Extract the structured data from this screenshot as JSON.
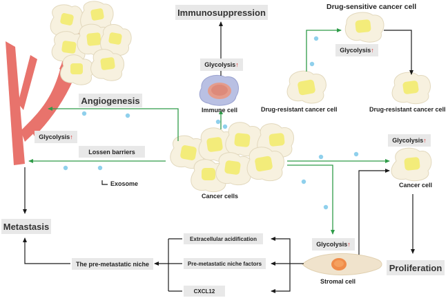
{
  "labels": {
    "immunosuppression": "Immunosuppression",
    "angiogenesis": "Angiogenesis",
    "lossen_barriers": "Lossen barriers",
    "exosome": "Exosome",
    "metastasis": "Metastasis",
    "pre_metastatic_niche": "The pre-metastatic niche",
    "extracellular_acidification": "Extracellular acidification",
    "pre_metastatic_niche_factors": "Pre-metastatic niche factors",
    "cxcl12": "CXCL12",
    "immune_cell": "Immune cell",
    "cancer_cells": "Cancer cells",
    "stromal_cell": "Stromal cell",
    "cancer_cell": "Cancer cell",
    "proliferation": "Proliferation",
    "drug_sensitive_cancer_cell": "Drug-sensitive cancer cell",
    "drug_resistant_cancer_cell_left": "Drug-resistant cancer cell",
    "drug_resistant_cancer_cell_right": "Drug-resistant cancer cell"
  },
  "glycolysis": {
    "text": "Glycolysis",
    "arrow": "↑"
  },
  "colors": {
    "green_arrow": "#2e9b48",
    "black_arrow": "#1a1a1a",
    "vessel": "#e8736c",
    "cell_fill": "#f7f1df",
    "cell_stroke": "#e2d8bd",
    "nucleus": "#f3ec7a",
    "exosome_dot": "#8fd0ec",
    "up_arrow": "#d42222",
    "label_box": "#e8e8e8"
  }
}
